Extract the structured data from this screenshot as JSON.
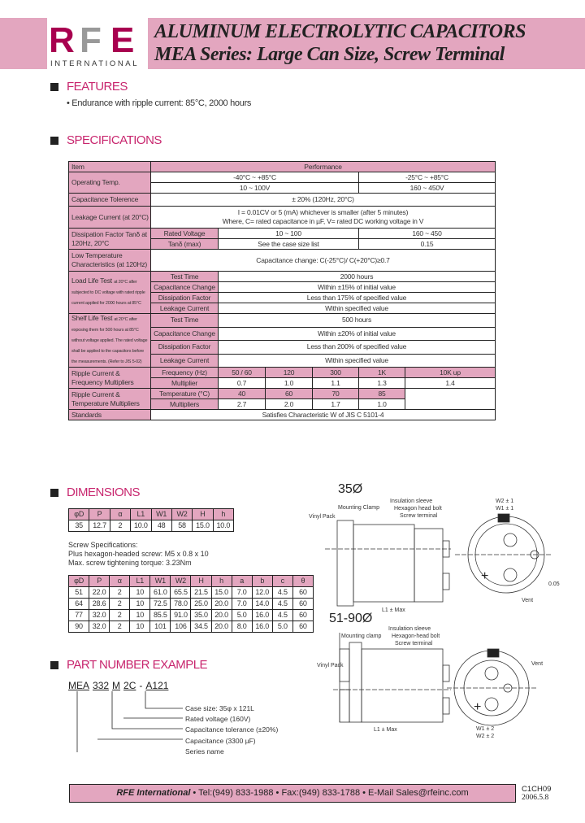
{
  "header": {
    "logo_text": "RFE",
    "logo_sub": "INTERNATIONAL",
    "title": "ALUMINUM ELECTROLYTIC CAPACITORS",
    "subtitle": "MEA Series: Large Can Size, Screw Terminal",
    "colors": {
      "band": "#e3a6bf",
      "logo_red": "#a8004f",
      "logo_gray": "#999999",
      "heading": "#c8266e"
    }
  },
  "features": {
    "heading": "FEATURES",
    "items": [
      "• Endurance with ripple current: 85°C, 2000 hours"
    ]
  },
  "specs": {
    "heading": "SPECIFICATIONS",
    "item_header": "Item",
    "perf_header": "Performance",
    "op_temp": {
      "label": "Operating Temp.",
      "a": "-40°C ~ +85°C",
      "b": "-25°C ~ +85°C",
      "va": "10 ~ 100V",
      "vb": "160 ~ 450V"
    },
    "cap_tol": {
      "label": "Capacitance Tolerence",
      "value": "± 20% (120Hz, 20°C)"
    },
    "leakage": {
      "label": "Leakage Current (at 20°C)",
      "line1": "I = 0.01CV or 5 (mA) whichever is smaller (after 5 minutes)",
      "line2": "Where, C= rated capacitance in µF, V= rated DC working voltage in V"
    },
    "df": {
      "label": "Dissipation Factor Tanδ at 120Hz, 20°C",
      "rv": "Rated Voltage",
      "tan": "Tanδ (max)",
      "va": "10 ~ 100",
      "vb": "160 ~ 450",
      "ta": "See the case size list",
      "tb": "0.15"
    },
    "low_temp": {
      "label": "Low Temperature Characteristics (at 120Hz)",
      "value": "Capacitance change: C(-25°C)/ C(+20°C)≥0.7"
    },
    "load_life": {
      "label": "Load Life Test",
      "note": "at 20°C after subjected to DC voltage with rated ripple current applied for 2000 hours at 85°C",
      "rows": [
        [
          "Test Time",
          "2000 hours"
        ],
        [
          "Capacitance Change",
          "Within ±15% of initial value"
        ],
        [
          "Dissipation Factor",
          "Less than 175% of specified value"
        ],
        [
          "Leakage Current",
          "Within specified value"
        ]
      ]
    },
    "shelf_life": {
      "label": "Shelf Life Test",
      "note": "at 20°C after exposing them for 500 hours at 85°C without voltage applied. The rated voltage shall be applied to the capacitors before the measurements. (Refer to JIS 5-02)",
      "rows": [
        [
          "Test Time",
          "500 hours"
        ],
        [
          "Capacitance Change",
          "Within ±20% of initial value"
        ],
        [
          "Dissipation Factor",
          "Less than 200% of specified value"
        ],
        [
          "Leakage Current",
          "Within specified value"
        ]
      ]
    },
    "ripple_freq": {
      "label": "Ripple Current & Frequency Multipliers",
      "h1": "Frequency (Hz)",
      "h2": "Multiplier",
      "freqs": [
        "50 / 60",
        "120",
        "300",
        "1K",
        "10K up"
      ],
      "mults": [
        "0.7",
        "1.0",
        "1.1",
        "1.3",
        "1.4"
      ]
    },
    "ripple_temp": {
      "label": "Ripple Current & Temperature Multipliers",
      "h1": "Temperature (°C)",
      "h2": "Multipliers",
      "temps": [
        "40",
        "60",
        "70",
        "85"
      ],
      "mults": [
        "2.7",
        "2.0",
        "1.7",
        "1.0"
      ]
    },
    "standards": {
      "label": "Standards",
      "value": "Satisfies Characteristic W of JIS C 5101-4"
    }
  },
  "dimensions": {
    "heading": "DIMENSIONS",
    "t1": {
      "head": [
        "φD",
        "P",
        "α",
        "L1",
        "W1",
        "W2",
        "H",
        "h"
      ],
      "rows": [
        [
          "35",
          "12.7",
          "2",
          "10.0",
          "48",
          "58",
          "15.0",
          "10.0"
        ]
      ]
    },
    "screw": [
      "Screw Specifications:",
      "Plus hexagon-headed screw: M5 x 0.8 x 10",
      "Max. screw tightening torque: 3.23Nm"
    ],
    "t2": {
      "head": [
        "φD",
        "P",
        "α",
        "L1",
        "W1",
        "W2",
        "H",
        "h",
        "a",
        "b",
        "c",
        "θ"
      ],
      "rows": [
        [
          "51",
          "22.0",
          "2",
          "10",
          "61.0",
          "65.5",
          "21.5",
          "15.0",
          "7.0",
          "12.0",
          "4.5",
          "60"
        ],
        [
          "64",
          "28.6",
          "2",
          "10",
          "72.5",
          "78.0",
          "25.0",
          "20.0",
          "7.0",
          "14.0",
          "4.5",
          "60"
        ],
        [
          "77",
          "32.0",
          "2",
          "10",
          "85.5",
          "91.0",
          "35.0",
          "20.0",
          "5.0",
          "16.0",
          "4.5",
          "60"
        ],
        [
          "90",
          "32.0",
          "2",
          "10",
          "101",
          "106",
          "34.5",
          "20.0",
          "8.0",
          "16.0",
          "5.0",
          "60"
        ]
      ]
    },
    "drawing1": {
      "title": "35Ø",
      "labels": [
        "Mounting Clamp",
        "Insulation sleeve",
        "Hexagon head bolt",
        "Screw terminal",
        "Vinyl Pack",
        "L1 ± Max",
        "W2 ± 1",
        "W1 ± 1",
        "Vent",
        "0.05"
      ]
    },
    "drawing2": {
      "title": "51-90Ø",
      "labels": [
        "Mounting clamp",
        "Insulation sleeve",
        "Hexagon-head bolt",
        "Screw terminal",
        "Vinyl Pack",
        "L1 ± Max",
        "W1 ± 2",
        "W2 ± 2",
        "Vent"
      ]
    }
  },
  "part_number": {
    "heading": "PART NUMBER EXAMPLE",
    "segments": [
      "MEA",
      "332",
      "M",
      "2C",
      "-",
      "A121"
    ],
    "legend": [
      "Case size: 35φ x 121L",
      "Rated voltage (160V)",
      "Capacitance tolerance (±20%)",
      "Capacitance (3300 µF)",
      "Series name"
    ]
  },
  "footer": {
    "company": "RFE International",
    "contact": " • Tel:(949) 833-1988 • Fax:(949) 833-1788 • E-Mail Sales@rfeinc.com",
    "code": "C1CH09",
    "date": "2006.5.8"
  }
}
